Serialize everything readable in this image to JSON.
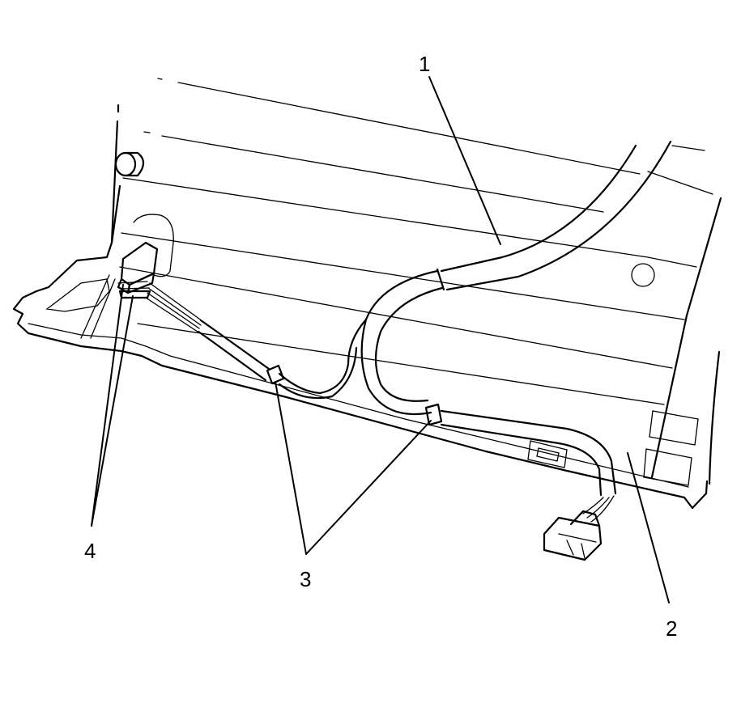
{
  "callouts": [
    {
      "id": "1",
      "label": "1"
    },
    {
      "id": "2",
      "label": "2"
    },
    {
      "id": "3",
      "label": "3"
    },
    {
      "id": "4",
      "label": "4"
    }
  ],
  "colors": {
    "line": "#000000",
    "panel_fill": "#ffffff",
    "background": "#ffffff"
  }
}
